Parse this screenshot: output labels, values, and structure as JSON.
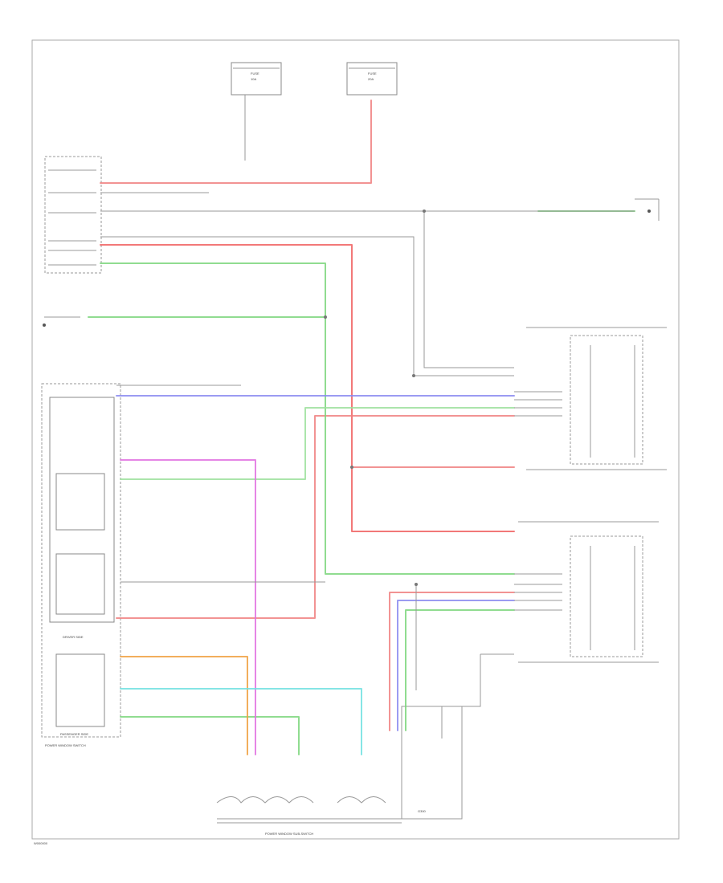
{
  "diagram": {
    "code": "W000000",
    "labels": {
      "fuse_box_left": "",
      "fuse_box_right": "",
      "bcm": "",
      "driver_switch": "DRIVER SIDE",
      "passenger_switch": "PASSENGER SIDE",
      "master_switch": "POWER WINDOW SWITCH",
      "driver_motor": "",
      "passenger_motor": "",
      "main_harness": "POWER WINDOW SUB-SWITCH",
      "bottom_ground": "G300"
    },
    "wire_colors": {
      "red": "#f08080",
      "green": "#7cd67c",
      "blue": "#8a8af0",
      "magenta": "#e070e0",
      "orange": "#f0a040",
      "cyan": "#70e0e0",
      "gray": "#9a9a9a"
    }
  }
}
